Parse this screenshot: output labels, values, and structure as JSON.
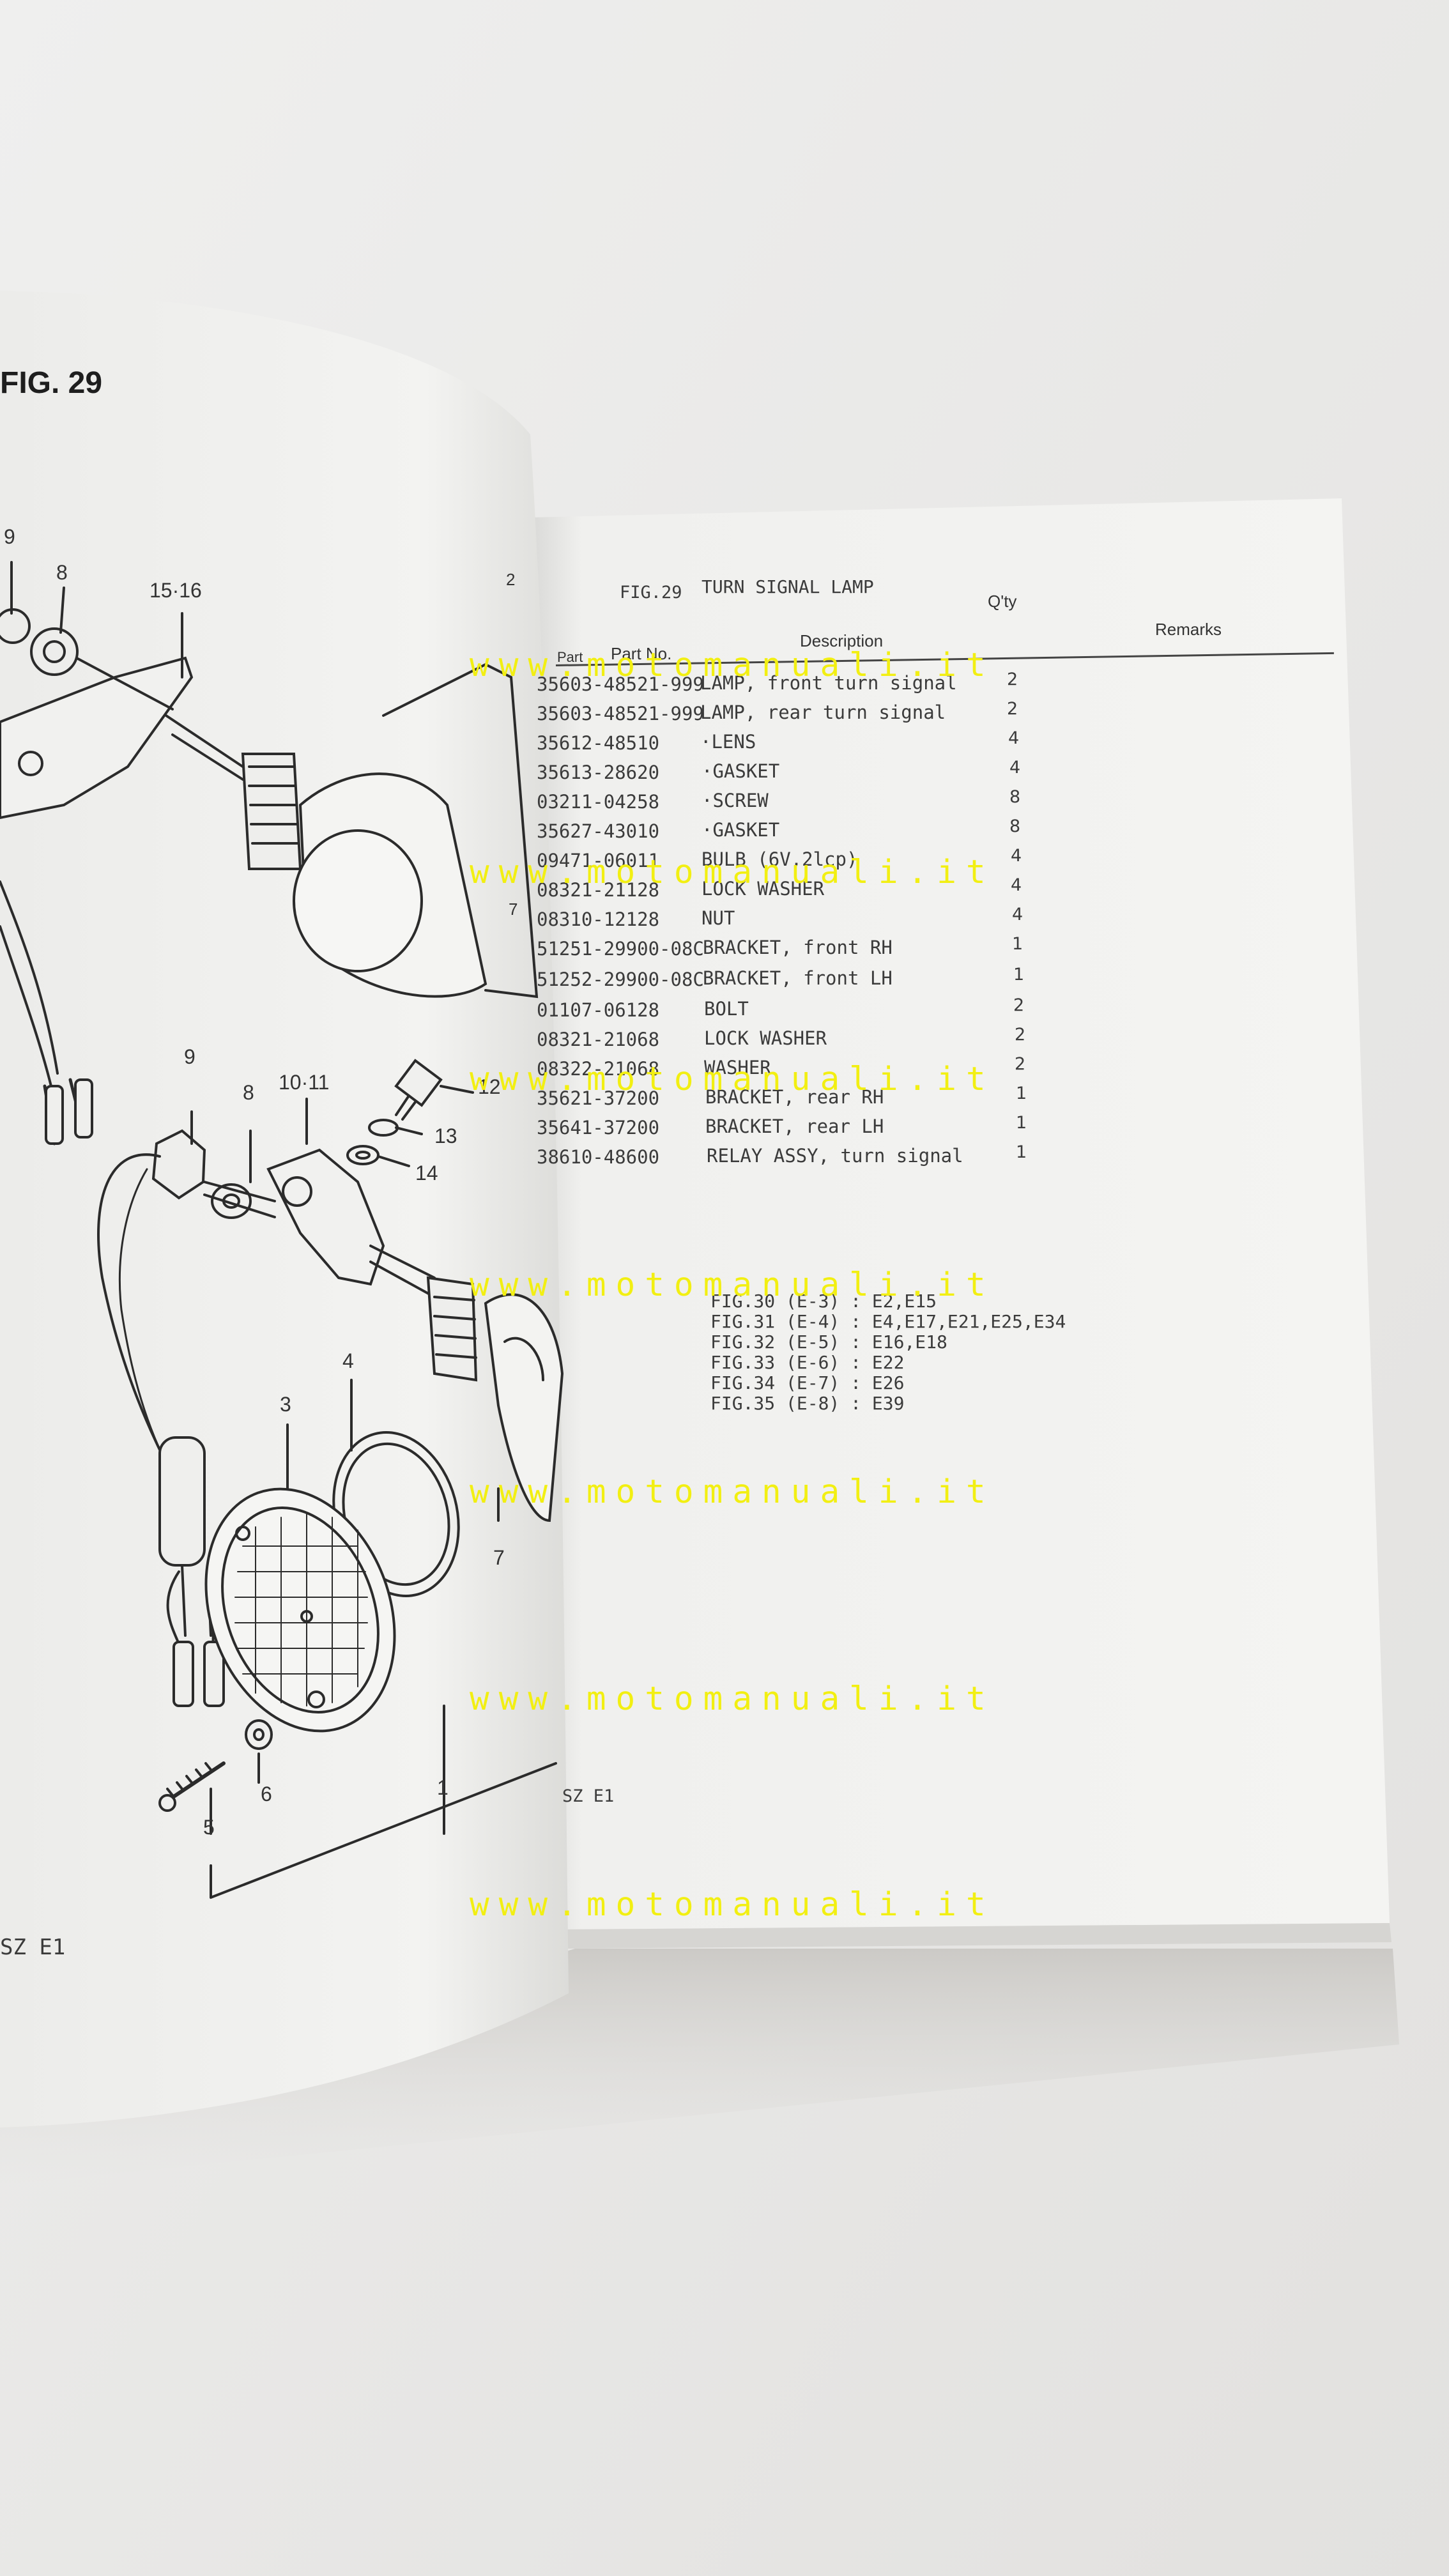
{
  "left_page": {
    "figure_title": "FIG. 29",
    "callouts": [
      "9",
      "8",
      "15·16",
      "9",
      "8",
      "10·11",
      "12",
      "13",
      "14",
      "4",
      "3",
      "7",
      "6",
      "5",
      "1",
      "2",
      "7"
    ],
    "footer": "SZ E1"
  },
  "right_page": {
    "figure_label": "FIG.29",
    "title": "TURN SIGNAL LAMP",
    "headers": {
      "part_no": "Part No.",
      "part": "Part",
      "description": "Description",
      "qty": "Q'ty",
      "remarks": "Remarks"
    },
    "rows": [
      {
        "part": "35603-48521-999",
        "desc": "LAMP, front turn signal",
        "qty": "2"
      },
      {
        "part": "35603-48521-999",
        "desc": "LAMP, rear turn signal",
        "qty": "2"
      },
      {
        "part": "35612-48510",
        "desc": "·LENS",
        "qty": "4"
      },
      {
        "part": "35613-28620",
        "desc": "·GASKET",
        "qty": "4"
      },
      {
        "part": "03211-04258",
        "desc": "·SCREW",
        "qty": "8"
      },
      {
        "part": "35627-43010",
        "desc": "·GASKET",
        "qty": "8"
      },
      {
        "part": "09471-06011",
        "desc": "BULB (6V,2lcp)",
        "qty": "4"
      },
      {
        "part": "08321-21128",
        "desc": "LOCK WASHER",
        "qty": "4"
      },
      {
        "part": "08310-12128",
        "desc": "NUT",
        "qty": "4"
      },
      {
        "part": "51251-29900-08C",
        "desc": "BRACKET, front RH",
        "qty": "1"
      },
      {
        "part": "51252-29900-08C",
        "desc": "BRACKET, front LH",
        "qty": "1"
      },
      {
        "part": "01107-06128",
        "desc": "BOLT",
        "qty": "2"
      },
      {
        "part": "08321-21068",
        "desc": "LOCK WASHER",
        "qty": "2"
      },
      {
        "part": "08322-21068",
        "desc": "WASHER",
        "qty": "2"
      },
      {
        "part": "35621-37200",
        "desc": "BRACKET, rear RH",
        "qty": "1"
      },
      {
        "part": "35641-37200",
        "desc": "BRACKET, rear LH",
        "qty": "1"
      },
      {
        "part": "38610-48600",
        "desc": "RELAY ASSY, turn signal",
        "qty": "1"
      }
    ],
    "notes": [
      "FIG.30 (E-3) : E2,E15",
      "FIG.31 (E-4) : E4,E17,E21,E25,E34",
      "FIG.32 (E-5) : E16,E18",
      "FIG.33 (E-6) : E22",
      "FIG.34 (E-7) : E26",
      "FIG.35 (E-8) : E39"
    ],
    "footer": "SZ E1"
  },
  "watermark": "www.motomanuali.it"
}
